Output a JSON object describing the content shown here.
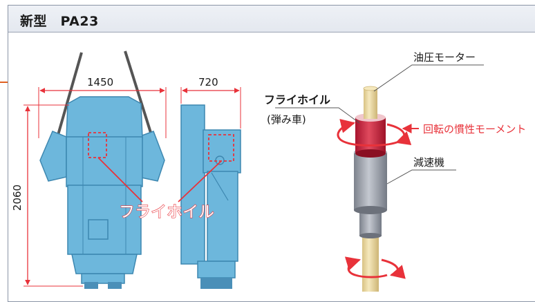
{
  "header": {
    "title": "新型　PA23"
  },
  "dimensions": {
    "front_width": "1450",
    "side_width": "720",
    "height": "2060"
  },
  "labels": {
    "flywheel_main": "フライホイル",
    "flywheel_title": "フライホイル",
    "flywheel_sub": "(弾み車)",
    "hydraulic_motor": "油圧モーター",
    "moment_of_inertia": "回転の慣性モーメント",
    "reducer": "減速機"
  },
  "colors": {
    "machine_blue": "#6db7dc",
    "machine_dark": "#3d87b0",
    "callout_red": "#e8323a",
    "shaft": "#e9d7a0",
    "flywheel": "#c81e3a",
    "reducer": "#9ea3ad"
  }
}
